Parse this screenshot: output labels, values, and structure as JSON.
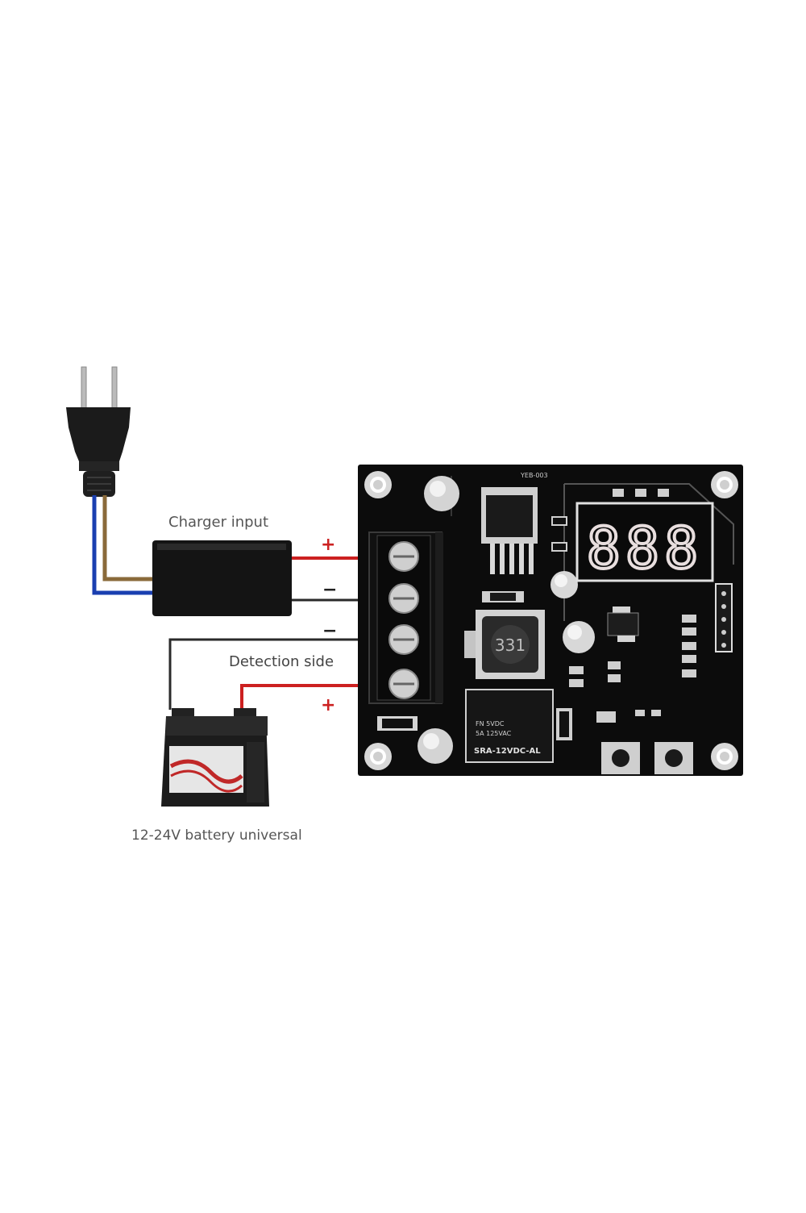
{
  "labels": {
    "charger_input": "Charger input",
    "detection_side": "Detection side",
    "battery": "12-24V battery universal"
  },
  "signs": {
    "plus": "+",
    "minus": "−"
  },
  "board": {
    "display": "888",
    "inductor_code": "331",
    "relay_line1": "FN 5VDC",
    "relay_line2": "5A 125VAC",
    "relay_line3": "SRA-12VDC-AL",
    "model": "YEB-003"
  },
  "colors": {
    "positive_wire": "#cc2020",
    "negative_wire": "#2a2a2a",
    "display_segment": "#e8dede",
    "board": "#0c0c0c"
  }
}
